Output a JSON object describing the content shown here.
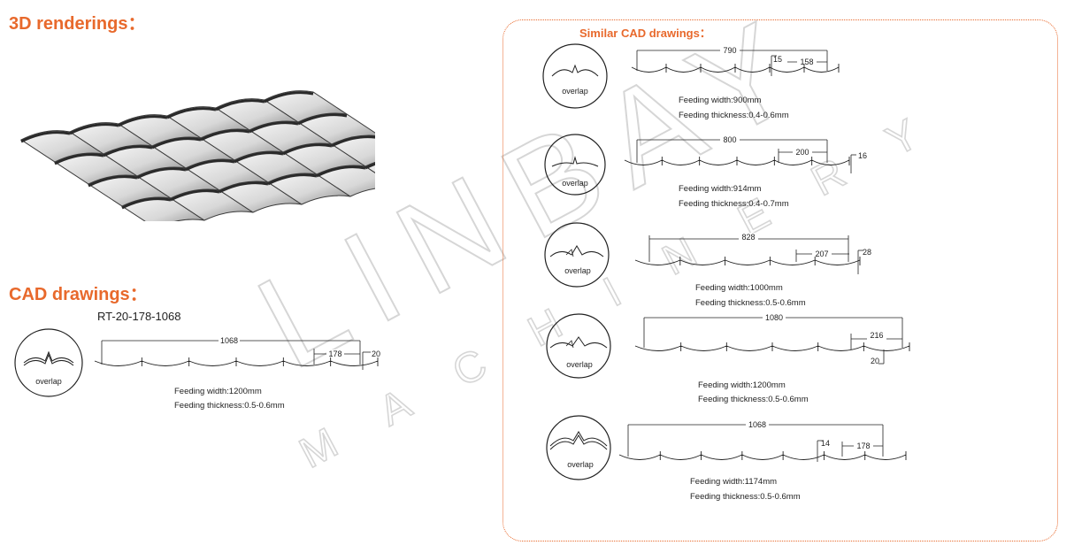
{
  "headings": {
    "renderings": "3D renderings：",
    "cad": "CAD drawings：",
    "similar": "Similar CAD drawings："
  },
  "main_drawing": {
    "model_code": "RT-20-178-1068",
    "overlap_label": "overlap",
    "dim_total": "1068",
    "dim_pitch": "178",
    "dim_height": "20",
    "feeding_width": "Feeding width:1200mm",
    "feeding_thickness": "Feeding thickness:0.5-0.6mm"
  },
  "similar_drawings": [
    {
      "overlap_label": "overlap",
      "dim_total": "790",
      "dim_pitch": "158",
      "dim_height": "15",
      "feeding_width": "Feeding width:900mm",
      "feeding_thickness": "Feeding thickness:0.4-0.6mm"
    },
    {
      "overlap_label": "overlap",
      "dim_total": "800",
      "dim_pitch": "200",
      "dim_height": "16",
      "feeding_width": "Feeding width:914mm",
      "feeding_thickness": "Feeding thickness:0.4-0.7mm"
    },
    {
      "overlap_label": "overlap",
      "dim_total": "828",
      "dim_pitch": "207",
      "dim_height": "28",
      "feeding_width": "Feeding width:1000mm",
      "feeding_thickness": "Feeding thickness:0.5-0.6mm"
    },
    {
      "overlap_label": "overlap",
      "dim_total": "1080",
      "dim_pitch": "216",
      "dim_height": "20",
      "feeding_width": "Feeding width:1200mm",
      "feeding_thickness": "Feeding thickness:0.5-0.6mm"
    },
    {
      "overlap_label": "overlap",
      "dim_total": "1068",
      "dim_pitch": "178",
      "dim_height": "14",
      "feeding_width": "Feeding width:1174mm",
      "feeding_thickness": "Feeding thickness:0.5-0.6mm"
    }
  ],
  "watermark": {
    "brand": "LINBAY",
    "sub": "MACHINERY"
  },
  "colors": {
    "accent": "#e8692c",
    "line": "#222222",
    "watermark": "#d9d9d9"
  }
}
